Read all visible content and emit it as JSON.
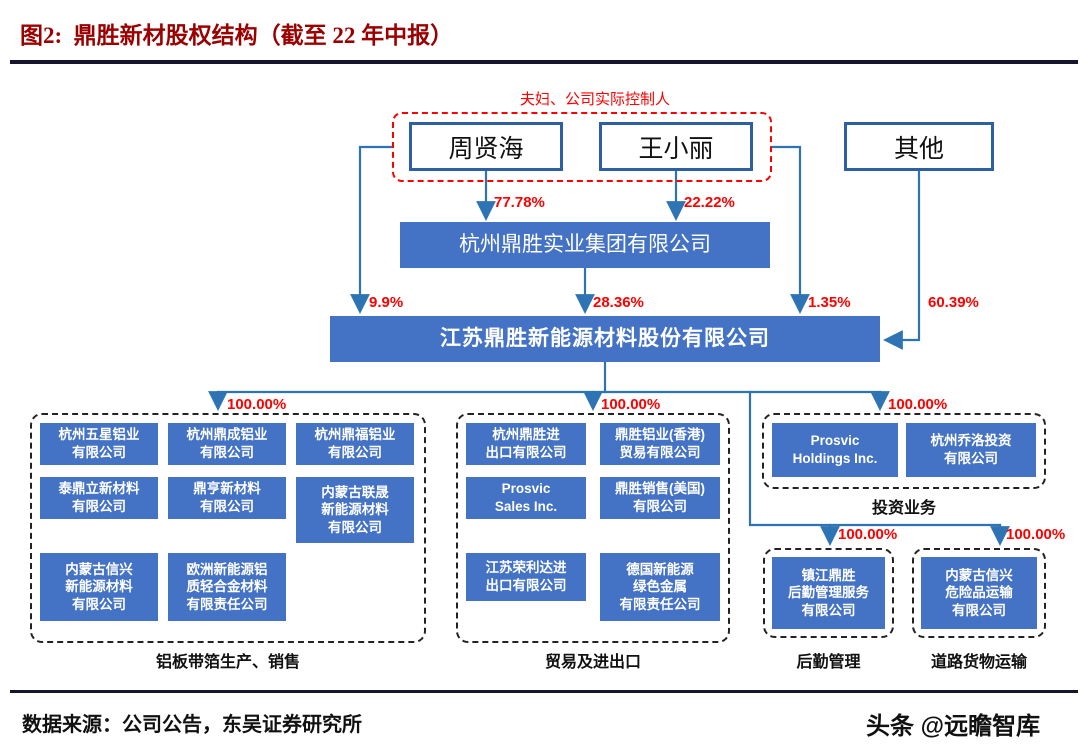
{
  "title": "图2:  鼎胜新材股权结构（截至 22 年中报）",
  "annotation": "夫妇、公司实际控制人",
  "shareholders": {
    "zhou": "周贤海",
    "wang": "王小丽",
    "other": "其他"
  },
  "parent_company": "杭州鼎胜实业集团有限公司",
  "main_company": "江苏鼎胜新能源材料股份有限公司",
  "percentages": {
    "zhou_to_parent": "77.78%",
    "wang_to_parent": "22.22%",
    "zhou_to_main": "9.9%",
    "parent_to_main": "28.36%",
    "wang_to_main": "1.35%",
    "other_to_main": "60.39%",
    "main_to_production": "100.00%",
    "main_to_trade": "100.00%",
    "main_to_investment": "100.00%",
    "main_to_logistics": "100.00%",
    "main_to_transport": "100.00%"
  },
  "groups": {
    "production": {
      "label": "铝板带箔生产、销售",
      "companies": [
        "杭州五星铝业\n有限公司",
        "杭州鼎成铝业\n有限公司",
        "杭州鼎福铝业\n有限公司",
        "泰鼎立新材料\n有限公司",
        "鼎亨新材料\n有限公司",
        "内蒙古联晟\n新能源材料\n有限公司",
        "内蒙古信兴\n新能源材料\n有限公司",
        "欧洲新能源铝\n质轻合金材料\n有限责任公司"
      ]
    },
    "trade": {
      "label": "贸易及进出口",
      "companies": [
        "杭州鼎胜进\n出口有限公司",
        "鼎胜铝业(香港)\n贸易有限公司",
        "Prosvic\nSales Inc.",
        "鼎胜销售(美国)\n有限公司",
        "江苏荣利达进\n出口有限公司",
        "德国新能源\n绿色金属\n有限责任公司"
      ]
    },
    "investment": {
      "label": "投资业务",
      "companies": [
        "Prosvic\nHoldings Inc.",
        "杭州乔洛投资\n有限公司"
      ]
    },
    "logistics": {
      "label": "后勤管理",
      "companies": [
        "镇江鼎胜\n后勤管理服务\n有限公司"
      ]
    },
    "transport": {
      "label": "道路货物运输",
      "companies": [
        "内蒙古信兴\n危险品运输\n有限公司"
      ]
    }
  },
  "footer": {
    "source": "数据来源：公司公告，东吴证券研究所",
    "watermark": "头条 @远瞻智库"
  },
  "colors": {
    "box_blue": "#4472C4",
    "line_blue": "#2E74B5",
    "accent_red": "#FF0000",
    "title_red": "#9B0000"
  }
}
